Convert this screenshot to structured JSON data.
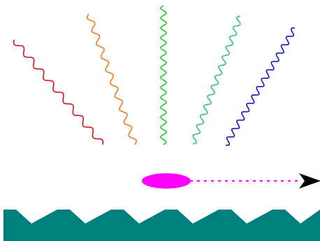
{
  "waves": [
    {
      "name": "red-wave",
      "color": "#d6131b"
    },
    {
      "name": "orange-wave",
      "color": "#f07a1a"
    },
    {
      "name": "green-wave",
      "color": "#22cc22"
    },
    {
      "name": "light-green-wave",
      "color": "#33c27a"
    },
    {
      "name": "blue-wave",
      "color": "#1515c8"
    }
  ],
  "particle": {
    "color": "#ff00ff",
    "trail_color": "#ff00ff",
    "arrow_color": "#000000"
  },
  "surface": {
    "color": "#007f7f"
  }
}
